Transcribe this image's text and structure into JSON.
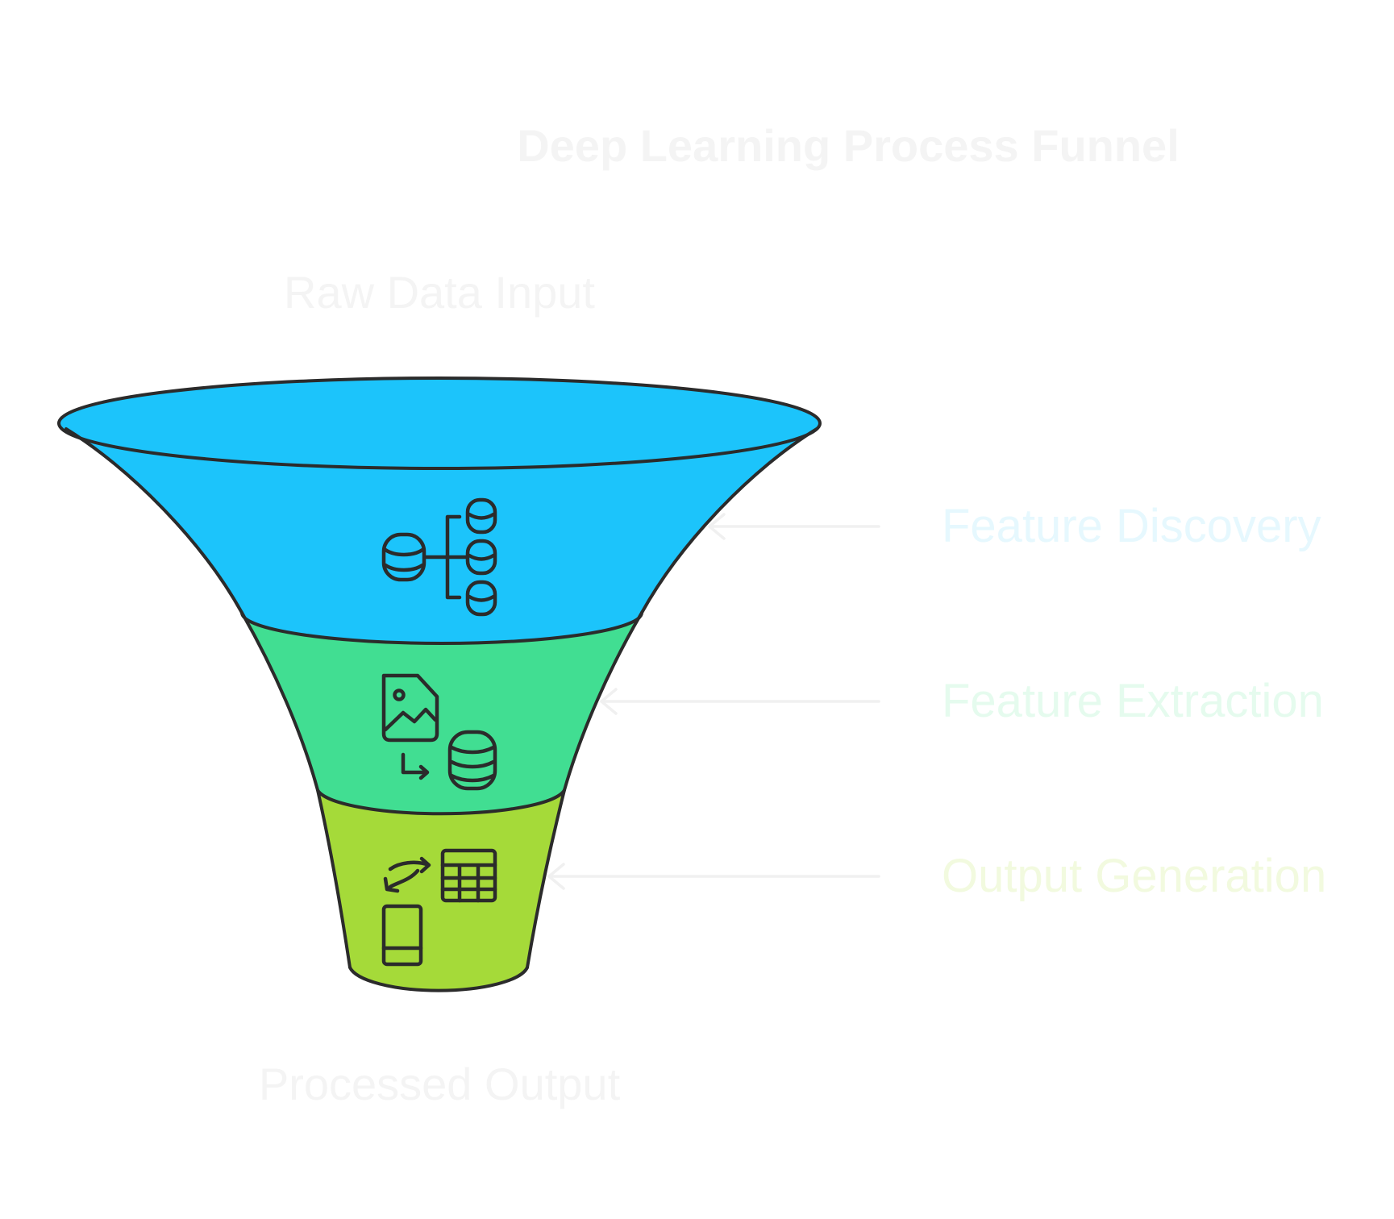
{
  "title": "Deep Learning Process Funnel",
  "input_label": "Raw Data Input",
  "output_label": "Processed Output",
  "stages": [
    {
      "label": "Feature Discovery",
      "color": "#1cc4fb",
      "label_color": "#e6f8fe",
      "icon": "database-hierarchy-icon"
    },
    {
      "label": "Feature Extraction",
      "color": "#41de92",
      "label_color": "#e5fbee",
      "icon": "image-to-database-icon"
    },
    {
      "label": "Output Generation",
      "color": "#a5da39",
      "label_color": "#f2fadf",
      "icon": "table-to-device-icon"
    }
  ]
}
